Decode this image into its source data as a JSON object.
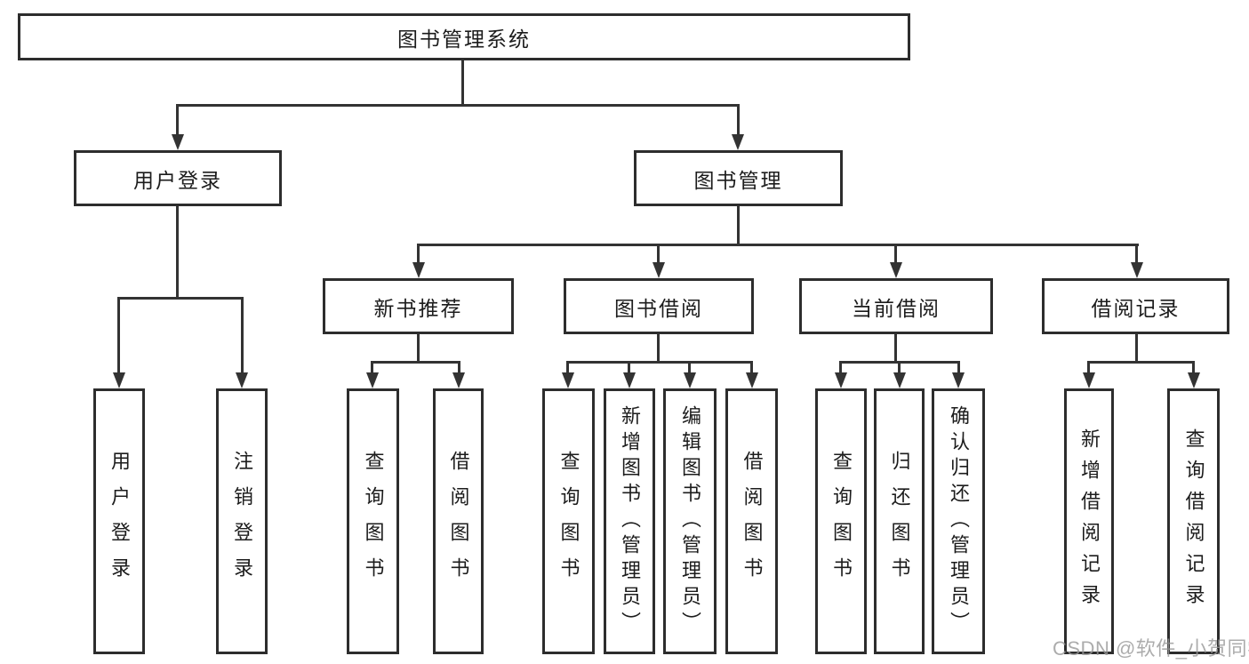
{
  "diagram": {
    "type": "hierarchy-tree",
    "background": "#ffffff",
    "line_color": "#333333",
    "box_border_color": "#2d2d2d",
    "text_color": "#1c1c1c"
  },
  "tree": {
    "label": "图书管理系统",
    "children": [
      {
        "label": "用户登录",
        "children": [
          {
            "label": "用户登录"
          },
          {
            "label": "注销登录"
          }
        ]
      },
      {
        "label": "图书管理",
        "children": [
          {
            "label": "新书推荐",
            "children": [
              {
                "label": "查询图书"
              },
              {
                "label": "借阅图书"
              }
            ]
          },
          {
            "label": "图书借阅",
            "children": [
              {
                "label": "查询图书"
              },
              {
                "label": "新增图书（管理员）"
              },
              {
                "label": "编辑图书（管理员）"
              },
              {
                "label": "借阅图书"
              }
            ]
          },
          {
            "label": "当前借阅",
            "children": [
              {
                "label": "查询图书"
              },
              {
                "label": "归还图书"
              },
              {
                "label": "确认归还（管理员）"
              }
            ]
          },
          {
            "label": "借阅记录",
            "children": [
              {
                "label": "新增借阅记录"
              },
              {
                "label": "查询借阅记录"
              }
            ]
          }
        ]
      }
    ]
  },
  "watermark": {
    "text": "CSDN @软件_小贺同学",
    "color": "#989898"
  }
}
